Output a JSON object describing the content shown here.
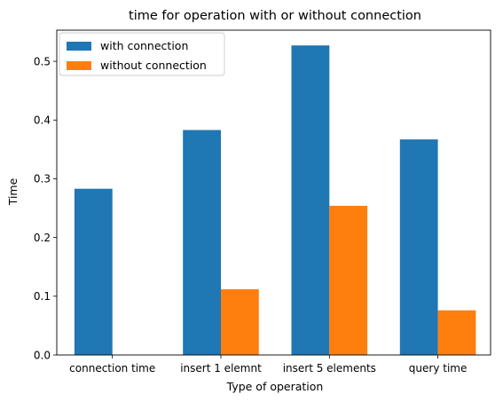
{
  "chart_data": {
    "type": "bar",
    "title": "time for operation with or without connection",
    "xlabel": "Type of operation",
    "ylabel": "Time",
    "categories": [
      "connection time",
      "insert 1 elemnt",
      "insert 5 elements",
      "query time"
    ],
    "series": [
      {
        "name": "with connection",
        "color": "#1f77b4",
        "values": [
          0.283,
          0.383,
          0.527,
          0.367
        ]
      },
      {
        "name": "without connection",
        "color": "#ff7f0e",
        "values": [
          0.0,
          0.112,
          0.254,
          0.076
        ]
      }
    ],
    "ylim": [
      0,
      0.553
    ],
    "yticks": [
      "0.0",
      "0.1",
      "0.2",
      "0.3",
      "0.4",
      "0.5"
    ],
    "ytick_values": [
      0.0,
      0.1,
      0.2,
      0.3,
      0.4,
      0.5
    ],
    "grid": false,
    "legend_position": "top-left"
  }
}
